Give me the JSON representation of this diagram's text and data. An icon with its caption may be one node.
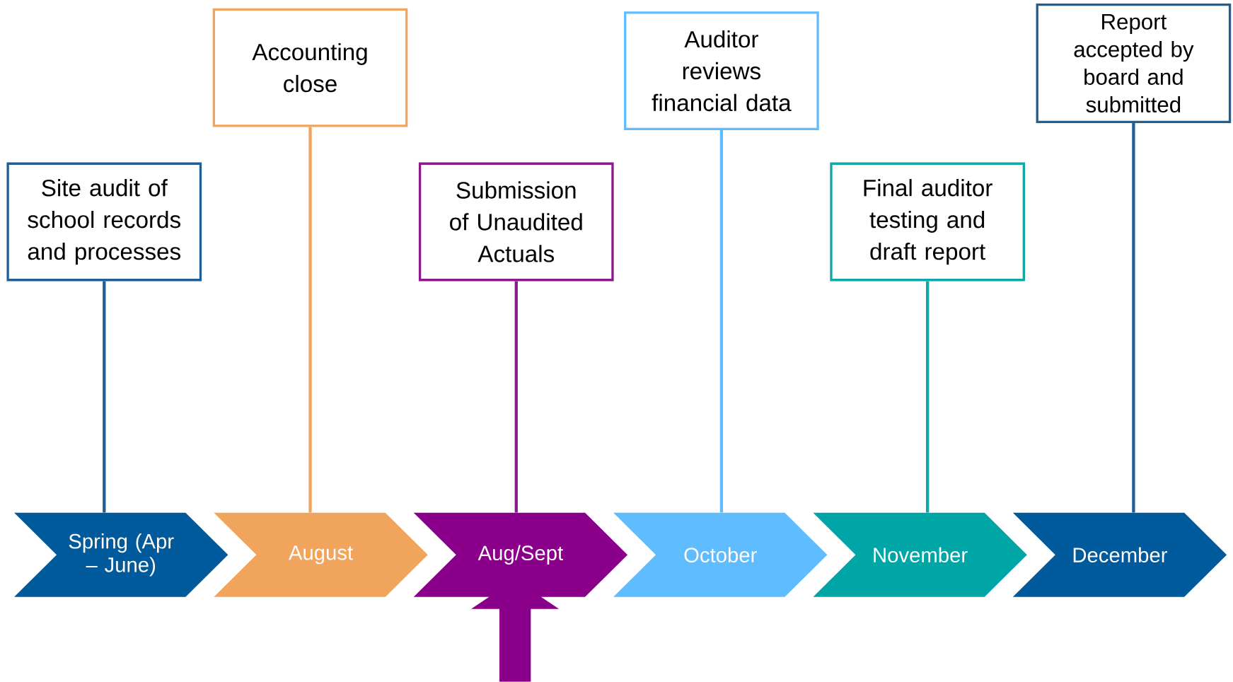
{
  "diagram": {
    "nodes": [
      {
        "text": [
          "Site audit of school records and processes"
        ]
      },
      {
        "text": [
          "Accounting close"
        ]
      },
      {
        "text": [
          "Submission of Unaudited Actuals"
        ]
      },
      {
        "text": [
          "Auditor reviews financial data"
        ]
      },
      {
        "text": [
          "Final auditor testing and draft report"
        ]
      },
      {
        "text": [
          "Report accepted by board and submitted"
        ]
      },
      {
        "text": [
          "Spring (Apr – June)"
        ]
      },
      {
        "text": [
          "August"
        ]
      },
      {
        "text": [
          "Aug/Sept"
        ]
      },
      {
        "text": [
          "October"
        ]
      },
      {
        "text": [
          "November"
        ]
      },
      {
        "text": [
          "December"
        ]
      }
    ],
    "edges": [
      {
        "from": 0,
        "to": 6,
        "arrow": "none",
        "color": "#1f5f95"
      },
      {
        "from": 1,
        "to": 7,
        "arrow": "none",
        "color": "#f0a45c"
      },
      {
        "from": 2,
        "to": 8,
        "arrow": "none",
        "color": "#8b1a8b"
      },
      {
        "from": 3,
        "to": 9,
        "arrow": "none",
        "color": "#5ebcff"
      },
      {
        "from": 4,
        "to": 10,
        "arrow": "none",
        "color": "#13a6a6"
      },
      {
        "from": 5,
        "to": 11,
        "arrow": "none",
        "color": "#1f5f95"
      },
      {
        "from": null,
        "to": 8,
        "arrow": "to",
        "style": "thick",
        "color": "#8b008b"
      }
    ]
  }
}
